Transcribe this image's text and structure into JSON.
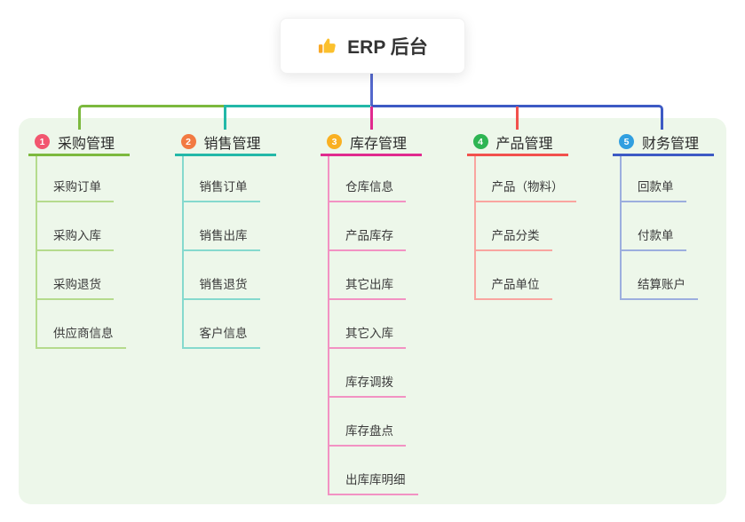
{
  "root": {
    "label": "ERP 后台",
    "icon": "thumbs-up-icon"
  },
  "colors": {
    "stem": "#5468cc",
    "panel_bg": "#edf7ea",
    "card_bg": "#ffffff",
    "title_text": "#2b2b2b",
    "child_text": "#3a3a3a",
    "icon_main": "#fbc02d",
    "icon_cuff": "#f9a825"
  },
  "branches": [
    {
      "badge": "1",
      "title": "采购管理",
      "color": "#7cb93e",
      "light_color": "#b5db8d",
      "badge_color": "#f2566f",
      "children": [
        "采购订单",
        "采购入库",
        "采购退货",
        "供应商信息"
      ]
    },
    {
      "badge": "2",
      "title": "销售管理",
      "color": "#23b8a8",
      "light_color": "#85d9ce",
      "badge_color": "#f27a42",
      "children": [
        "销售订单",
        "销售出库",
        "销售退货",
        "客户信息"
      ]
    },
    {
      "badge": "3",
      "title": "库存管理",
      "color": "#e02a8e",
      "light_color": "#f292c3",
      "badge_color": "#f9b022",
      "children": [
        "仓库信息",
        "产品库存",
        "其它出库",
        "其它入库",
        "库存调拨",
        "库存盘点",
        "出库库明细"
      ]
    },
    {
      "badge": "4",
      "title": "产品管理",
      "color": "#f2514d",
      "light_color": "#f9a5a0",
      "badge_color": "#2eb553",
      "children": [
        "产品（物料）",
        "产品分类",
        "产品单位"
      ]
    },
    {
      "badge": "5",
      "title": "财务管理",
      "color": "#3d5ac4",
      "light_color": "#9caede",
      "badge_color": "#319fe0",
      "children": [
        "回款单",
        "付款单",
        "结算账户"
      ]
    }
  ]
}
